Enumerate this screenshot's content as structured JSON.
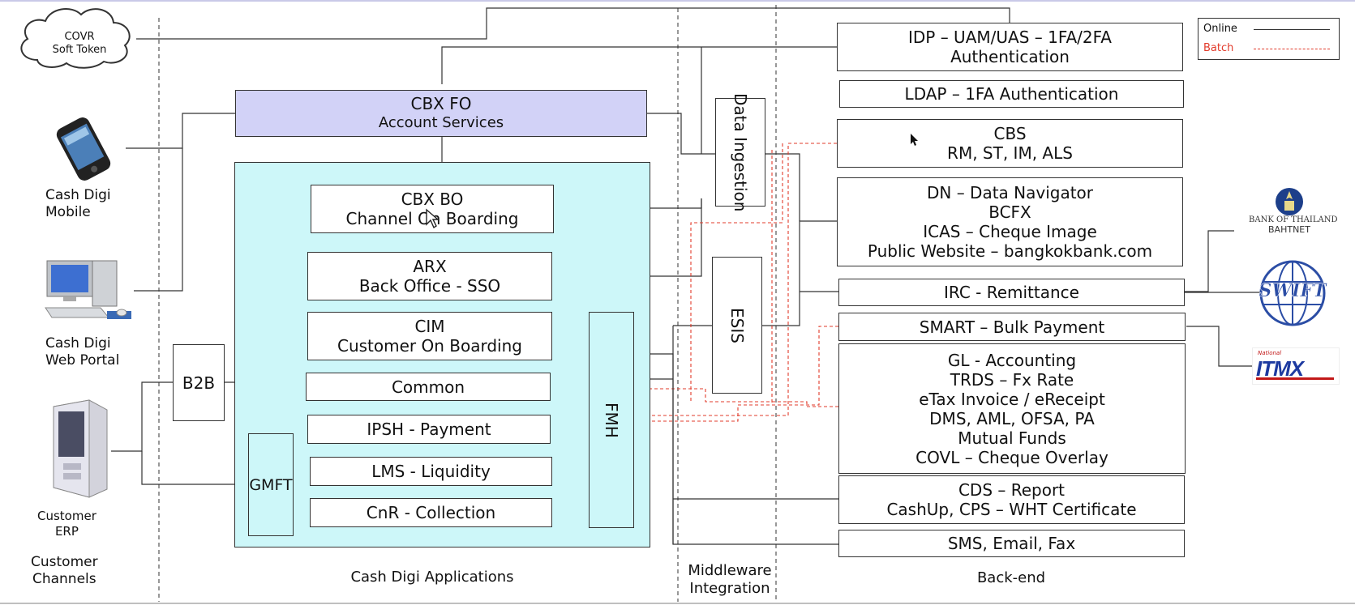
{
  "channels": {
    "covr": {
      "line1": "COVR",
      "line2": "Soft Token"
    },
    "mobile": {
      "line1": "Cash Digi",
      "line2": "Mobile"
    },
    "web": {
      "line1": "Cash Digi",
      "line2": "Web Portal"
    },
    "erp": {
      "line1": "Customer",
      "line2": "ERP"
    },
    "section": {
      "line1": "Customer",
      "line2": "Channels"
    }
  },
  "apps": {
    "cbx_fo": {
      "line1": "CBX FO",
      "line2": "Account Services"
    },
    "cbx_bo": {
      "line1": "CBX BO",
      "line2": "Channel On Boarding"
    },
    "arx": {
      "line1": "ARX",
      "line2": "Back Office - SSO"
    },
    "cim": {
      "line1": "CIM",
      "line2": "Customer On Boarding"
    },
    "common": "Common",
    "ipsh": "IPSH - Payment",
    "lms": "LMS - Liquidity",
    "cnr": "CnR - Collection",
    "b2b": "B2B",
    "gmft": "GMFT",
    "fmh": "FMH",
    "section": "Cash Digi Applications"
  },
  "middleware": {
    "data_ingestion": "Data Ingestion",
    "esis": "ESIS",
    "section": {
      "line1": "Middleware",
      "line2": "Integration"
    }
  },
  "backend": {
    "idp": {
      "line1": "IDP – UAM/UAS – 1FA/2FA",
      "line2": "Authentication"
    },
    "ldap": "LDAP – 1FA Authentication",
    "cbs": {
      "line1": "CBS",
      "line2": "RM, ST, IM, ALS"
    },
    "dn": [
      "DN – Data Navigator",
      "BCFX",
      "ICAS – Cheque Image",
      "Public Website – bangkokbank.com"
    ],
    "irc": "IRC - Remittance",
    "smart": "SMART – Bulk Payment",
    "gl": [
      "GL - Accounting",
      "TRDS – Fx Rate",
      "eTax Invoice / eReceipt",
      "DMS, AML, OFSA, PA",
      "Mutual Funds",
      "COVL – Cheque Overlay"
    ],
    "cds": {
      "line1": "CDS – Report",
      "line2": "CashUp, CPS – WHT Certificate"
    },
    "sms": "SMS, Email, Fax",
    "section": "Back-end"
  },
  "external": {
    "bot": {
      "line1": "BANK OF THAILAND",
      "line2": "BAHTNET"
    },
    "swift": "SWIFT",
    "itmx": {
      "small": "National",
      "logo": "ITMX"
    }
  },
  "legend": {
    "online": "Online",
    "batch": "Batch"
  },
  "colors": {
    "cbx_fo_fill": "#d2d2f7",
    "apps_fill": "#cdf7f9",
    "batch_line": "#e23b2b",
    "online_line": "#333333"
  }
}
